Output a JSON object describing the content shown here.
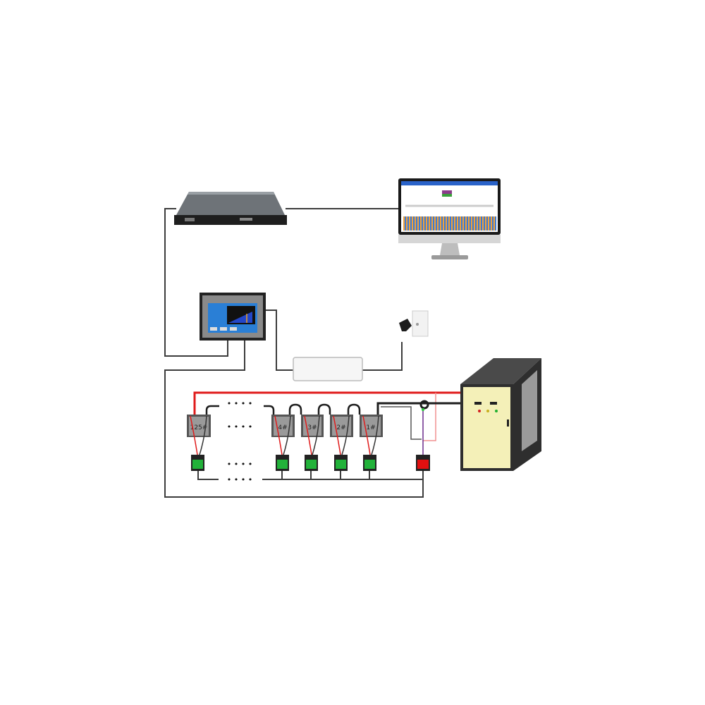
{
  "diagram": {
    "batteries": [
      {
        "label": "125#"
      },
      {
        "label": "4#"
      },
      {
        "label": "3#"
      },
      {
        "label": "2#"
      },
      {
        "label": "1#"
      }
    ],
    "ellipsis": "• • • •",
    "colors": {
      "positive_wire": "#e01b1b",
      "negative_wire": "#222222",
      "signal_wire": "#444444",
      "module_green": "#22b23a",
      "module_red": "#e31010",
      "cabinet_front": "#f4f0b8",
      "cabinet_body": "#3a3a3a",
      "hmi_screen": "#1d4fb8"
    }
  }
}
